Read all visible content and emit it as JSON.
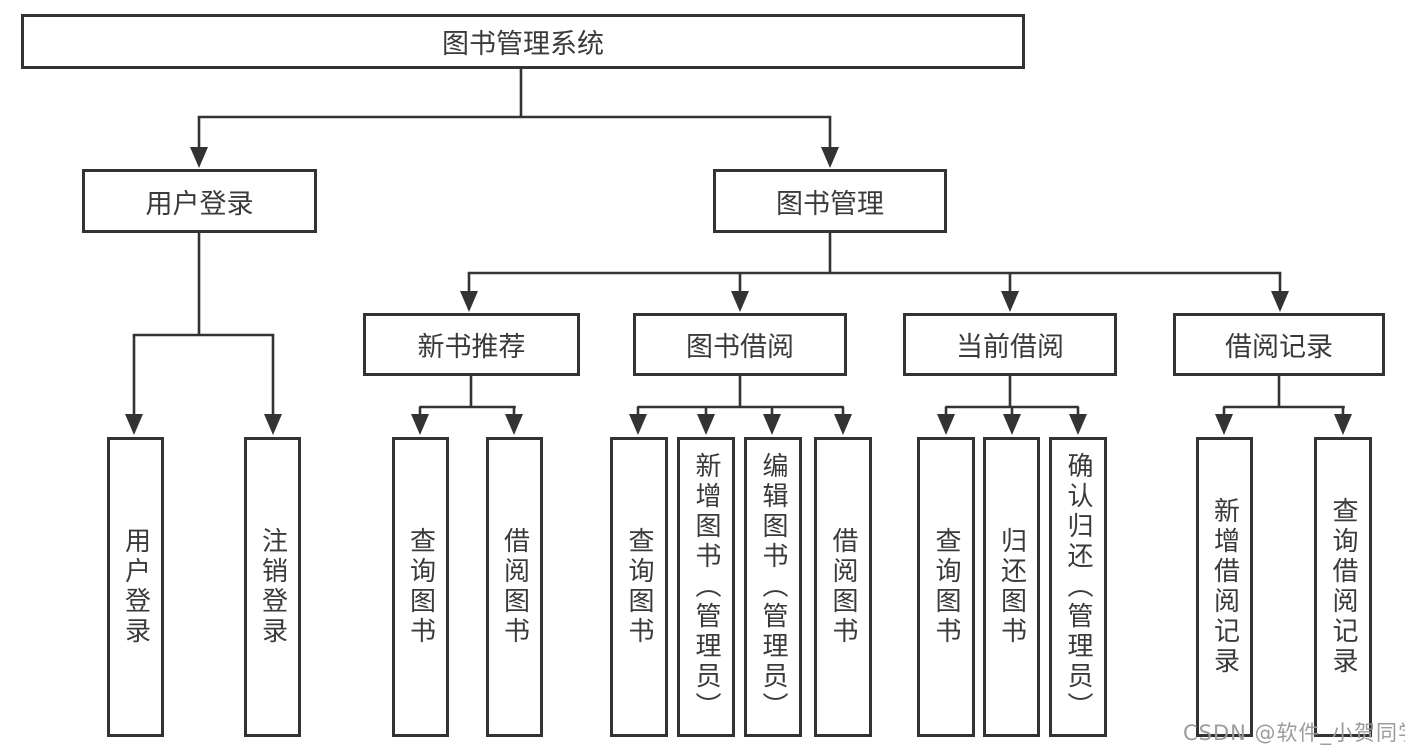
{
  "diagram": {
    "root": {
      "label": "图书管理系统"
    },
    "branches": [
      {
        "label": "用户登录",
        "children": [
          {
            "label": "用户登录"
          },
          {
            "label": "注销登录"
          }
        ]
      },
      {
        "label": "图书管理",
        "groups": [
          {
            "label": "新书推荐",
            "children": [
              {
                "label": "查询图书"
              },
              {
                "label": "借阅图书"
              }
            ]
          },
          {
            "label": "图书借阅",
            "children": [
              {
                "label": "查询图书"
              },
              {
                "label": "新增图书（管理员）"
              },
              {
                "label": "编辑图书（管理员）"
              },
              {
                "label": "借阅图书"
              }
            ]
          },
          {
            "label": "当前借阅",
            "children": [
              {
                "label": "查询图书"
              },
              {
                "label": "归还图书"
              },
              {
                "label": "确认归还（管理员）"
              }
            ]
          },
          {
            "label": "借阅记录",
            "children": [
              {
                "label": "新增借阅记录"
              },
              {
                "label": "查询借阅记录"
              }
            ]
          }
        ]
      }
    ]
  },
  "watermark": {
    "text": "CSDN @软件_小贺同学"
  },
  "colors": {
    "line": "#333333",
    "text": "#3a3a3a",
    "watermark": "#9c9c9c",
    "background": "#ffffff"
  }
}
